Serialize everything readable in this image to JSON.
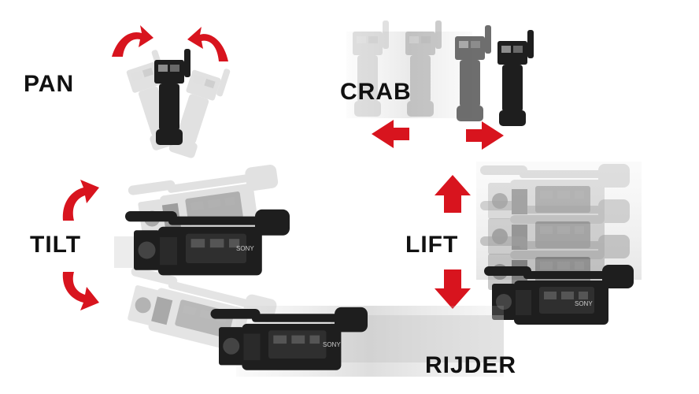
{
  "labels": {
    "pan": "PAN",
    "crab": "CRAB",
    "tilt": "TILT",
    "lift": "LIFT",
    "rijder": "RIJDER"
  },
  "brand": {
    "sony": "SONY"
  },
  "colors": {
    "arrow": "#d8141e",
    "camera_body": "#1e1e1e",
    "camera_ghost": "#8a8a8a",
    "label": "#111111",
    "background": "#ffffff"
  },
  "icons": [
    "curved-arrow-icon",
    "straight-arrow-icon",
    "video-camera-icon"
  ]
}
